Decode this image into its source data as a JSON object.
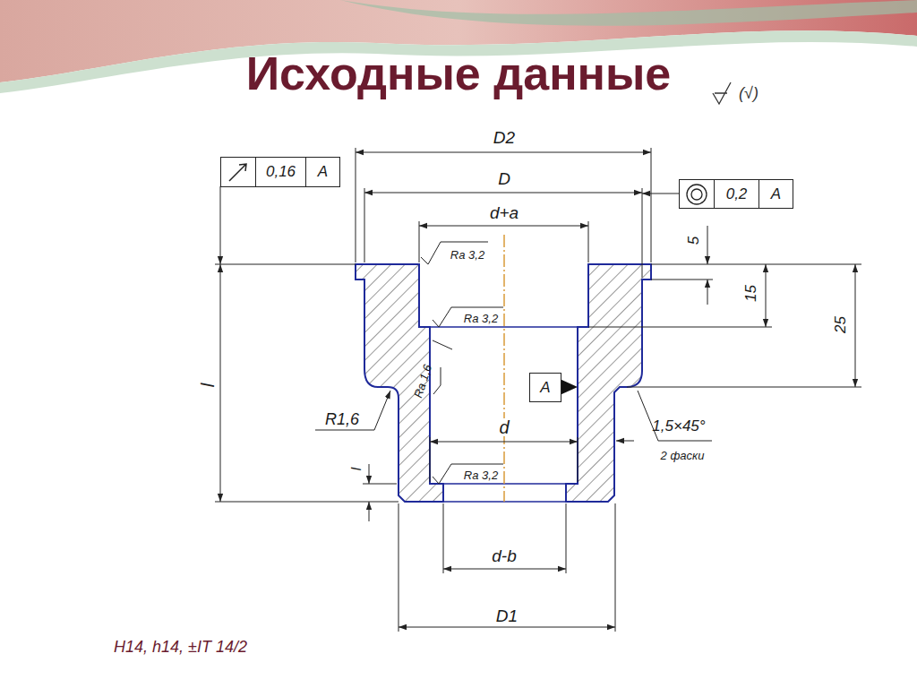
{
  "diagram": {
    "title": "Исходные данные",
    "nodes": [
      {
        "text": [
          "0,16",
          "A"
        ]
      },
      {
        "text": [
          "0,2",
          "A"
        ]
      },
      {
        "text": [
          "A"
        ]
      }
    ],
    "edges": [],
    "labels": [
      "(√)",
      "D2",
      "D",
      "d+a",
      "5",
      "15",
      "25",
      "l",
      "Ra 3,2",
      "Ra 3,2",
      "Ra 1,6",
      "R1,6",
      "d",
      "1,5×45°",
      "2 фаски",
      "Ra 3,2",
      "l",
      "d-b",
      "D1",
      "H14, h14, ±IT 14/2"
    ]
  }
}
